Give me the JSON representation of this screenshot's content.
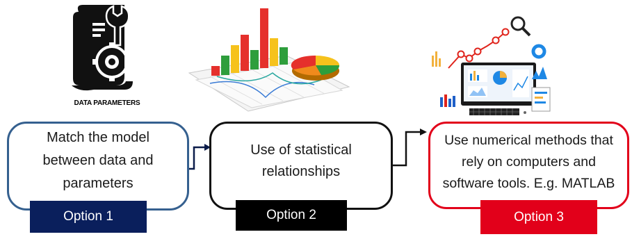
{
  "caption": {
    "text": "DATA PARAMETERS"
  },
  "options": [
    {
      "text": "Match the model\nbetween data and\nparameters",
      "label": "Option 1"
    },
    {
      "text": "Use of statistical\nrelationships",
      "label": "Option 2"
    },
    {
      "text": "Use numerical methods that\nrely on computers and\nsoftware tools. E.g. MATLAB",
      "label": "Option 3"
    }
  ],
  "colors": {
    "option1_border": "#35608f",
    "option1_tag": "#0a1f5c",
    "option2_border": "#111111",
    "option2_tag": "#000000",
    "option3_border": "#e2001a",
    "option3_tag": "#e2001a",
    "arrow": "#0b1c4a"
  },
  "icons": [
    "document-gear-icon",
    "wrench-icon",
    "bar-chart-3d-icon",
    "pie-chart-icon",
    "analytics-dashboard-icon",
    "magnifier-icon",
    "keyboard-icon"
  ]
}
